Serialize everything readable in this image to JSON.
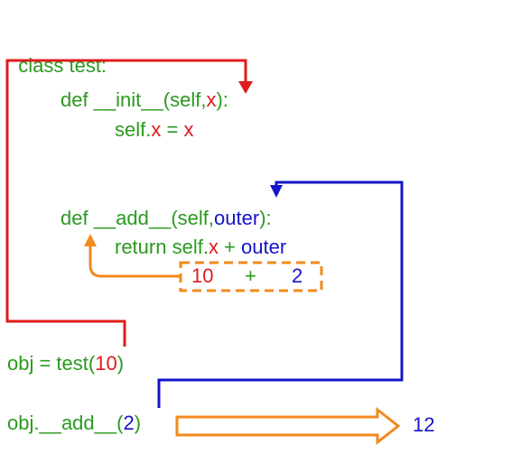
{
  "colors": {
    "code": "#2a9a1e",
    "red": "#e01b1b",
    "blue": "#1515c8",
    "orange": "#f28a1c"
  },
  "code": {
    "class_line": "class test:",
    "init_def_prefix": "def __init__(self,",
    "init_param": "x",
    "init_def_suffix": "):",
    "init_body_self": "self.",
    "init_body_attr": "x",
    "init_body_eq": " = ",
    "init_body_val": "x",
    "add_def_prefix": "def __add__(self,",
    "add_param": "outer",
    "add_def_suffix": "):",
    "return_prefix": "return self.",
    "return_attr": "x",
    "return_plus": " + ",
    "return_outer": "outer",
    "obj_assign_prefix": "obj = test(",
    "obj_assign_arg": "10",
    "obj_assign_suffix": ")",
    "call_prefix": "obj.__add__(",
    "call_arg": "2",
    "call_suffix": ")"
  },
  "evaluation": {
    "left": "10",
    "op": "+",
    "right": "2"
  },
  "result": "12"
}
